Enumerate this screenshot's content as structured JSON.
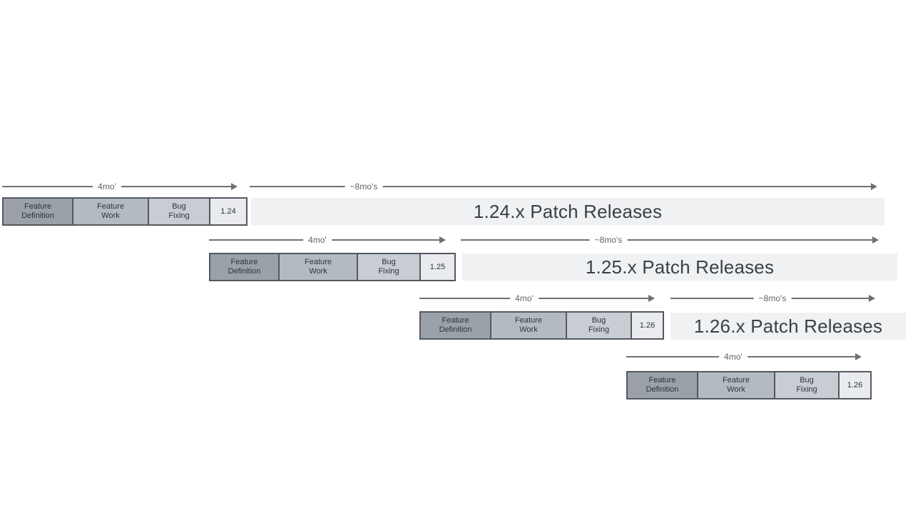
{
  "diagram": {
    "title": "release-cadence-timeline",
    "stage_labels": {
      "feature_definition": "Feature\nDefinition",
      "feature_work": "Feature\nWork",
      "bug_fixing": "Bug\nFixing"
    },
    "arrow_labels": {
      "four_months": "4mo'",
      "eight_months": "~8mo's"
    },
    "rows": [
      {
        "version": "1.24",
        "patch_label": "1.24.x Patch Releases"
      },
      {
        "version": "1.25",
        "patch_label": "1.25.x Patch Releases"
      },
      {
        "version": "1.26",
        "patch_label": "1.26.x Patch Releases"
      },
      {
        "version": "1.26"
      }
    ]
  },
  "colors": {
    "page_background": "#ffffff",
    "feature_definition_fill": "#9aa1a9",
    "feature_work_fill": "#b3bac1",
    "bug_fixing_fill": "#c8cdd3",
    "version_fill": "#e9ebee",
    "patch_bar_fill": "#eff1f3",
    "box_border": "#54585e",
    "box_text": "#2f3439",
    "arrow_color": "#6d7176",
    "arrow_label_color": "#5f6368",
    "patch_text_color": "#3b4045"
  }
}
